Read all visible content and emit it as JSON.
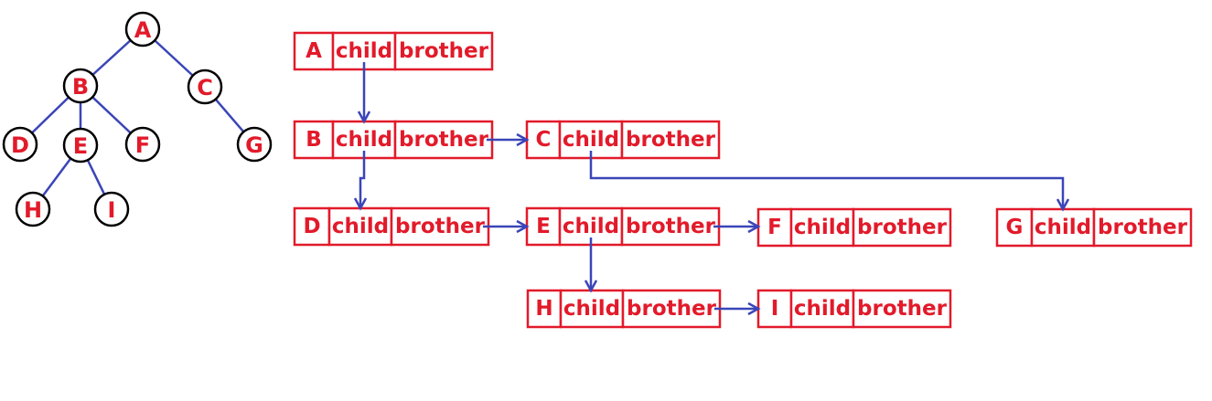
{
  "colors": {
    "node_text": "#e21a2a",
    "box_stroke": "#e21a2a",
    "edge": "#3a45b8",
    "circle_stroke": "#000000"
  },
  "field_labels": {
    "child": "child",
    "brother": "brother"
  },
  "tree": {
    "nodes": [
      "A",
      "B",
      "C",
      "D",
      "E",
      "F",
      "G",
      "H",
      "I"
    ],
    "edges": [
      [
        "A",
        "B"
      ],
      [
        "A",
        "C"
      ],
      [
        "B",
        "D"
      ],
      [
        "B",
        "E"
      ],
      [
        "B",
        "F"
      ],
      [
        "C",
        "G"
      ],
      [
        "E",
        "H"
      ],
      [
        "E",
        "I"
      ]
    ]
  },
  "records": [
    "A",
    "B",
    "C",
    "D",
    "E",
    "F",
    "G",
    "H",
    "I"
  ],
  "pointers": [
    {
      "from": "A",
      "field": "child",
      "to": "B"
    },
    {
      "from": "B",
      "field": "child",
      "to": "D"
    },
    {
      "from": "B",
      "field": "brother",
      "to": "C"
    },
    {
      "from": "C",
      "field": "child",
      "to": "G"
    },
    {
      "from": "D",
      "field": "brother",
      "to": "E"
    },
    {
      "from": "E",
      "field": "child",
      "to": "H"
    },
    {
      "from": "E",
      "field": "brother",
      "to": "F"
    },
    {
      "from": "H",
      "field": "brother",
      "to": "I"
    }
  ]
}
